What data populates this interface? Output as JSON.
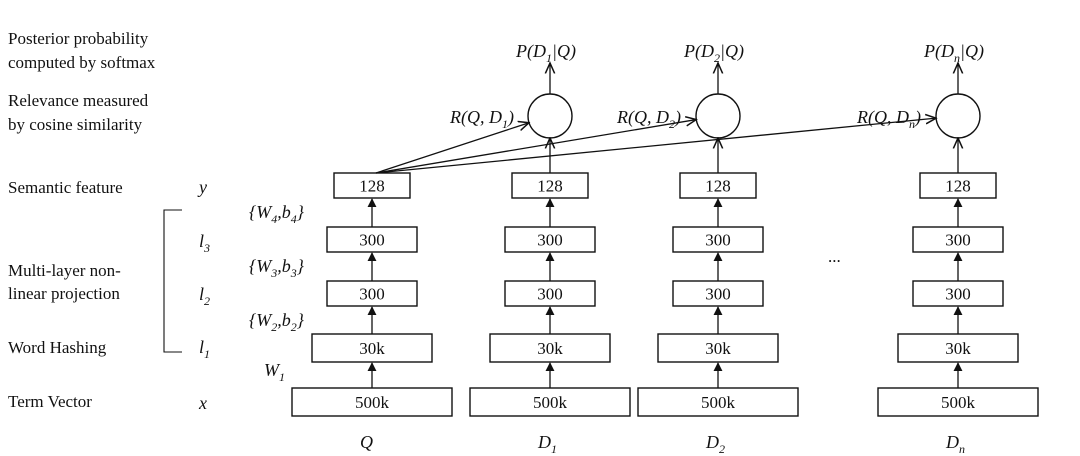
{
  "left_labels": {
    "posterior": [
      "Posterior probability",
      "computed by softmax"
    ],
    "relevance": [
      "Relevance measured",
      "by cosine similarity"
    ],
    "semantic": "Semantic feature",
    "multilayer": [
      "Multi-layer non-",
      "linear projection"
    ],
    "word_hashing": "Word Hashing",
    "term_vector": "Term Vector"
  },
  "layer_symbols": {
    "y": "y",
    "l3": "l",
    "l3_sub": "3",
    "l2": "l",
    "l2_sub": "2",
    "l1": "l",
    "l1_sub": "1",
    "x": "x"
  },
  "weights": {
    "w4": {
      "w": "W",
      "ws": "4",
      "b": "b",
      "bs": "4"
    },
    "w3": {
      "w": "W",
      "ws": "3",
      "b": "b",
      "bs": "3"
    },
    "w2": {
      "w": "W",
      "ws": "2",
      "b": "b",
      "bs": "2"
    },
    "w1": {
      "w": "W",
      "ws": "1"
    }
  },
  "layer_sizes": {
    "semantic": "128",
    "l3": "300",
    "l2": "300",
    "l1": "30k",
    "term": "500k"
  },
  "columns": [
    {
      "name": "Q",
      "sub": ""
    },
    {
      "name": "D",
      "sub": "1"
    },
    {
      "name": "D",
      "sub": "2"
    },
    {
      "name": "D",
      "sub": "n"
    }
  ],
  "relevance_labels": [
    {
      "pre": "R(Q, D",
      "sub": "1",
      "post": ")"
    },
    {
      "pre": "R(Q, D",
      "sub": "2",
      "post": ")"
    },
    {
      "pre": "R(Q, D",
      "sub": "n",
      "post": ")"
    }
  ],
  "posterior_labels": [
    {
      "pre": "P(D",
      "sub": "1",
      "post": "|Q)"
    },
    {
      "pre": "P(D",
      "sub": "2",
      "post": "|Q)"
    },
    {
      "pre": "P(D",
      "sub": "n",
      "post": "|Q)"
    }
  ],
  "ellipsis": "..."
}
